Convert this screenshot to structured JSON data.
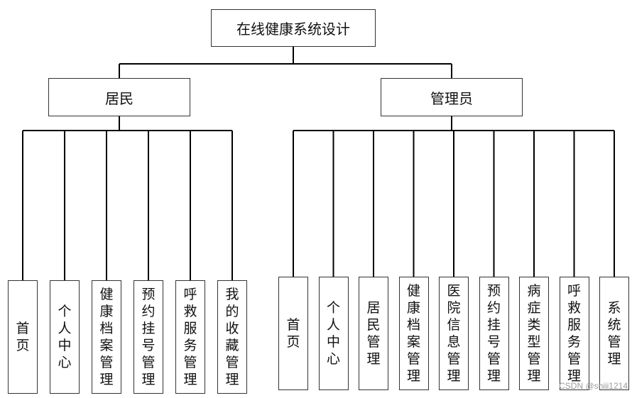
{
  "root": {
    "label": "在线健康系统设计"
  },
  "branches": [
    {
      "label": "居民",
      "children": [
        "首页",
        "个人中心",
        "健康档案管理",
        "预约挂号管理",
        "呼救服务管理",
        "我的收藏管理"
      ]
    },
    {
      "label": "管理员",
      "children": [
        "首页",
        "个人中心",
        "居民管理",
        "健康档案管理",
        "医院信息管理",
        "预约挂号管理",
        "病症类型管理",
        "呼救服务管理",
        "系统管理"
      ]
    }
  ],
  "watermark": "CSDN @shiji1214",
  "colors": {
    "line": "#000000",
    "border": "#333333"
  }
}
